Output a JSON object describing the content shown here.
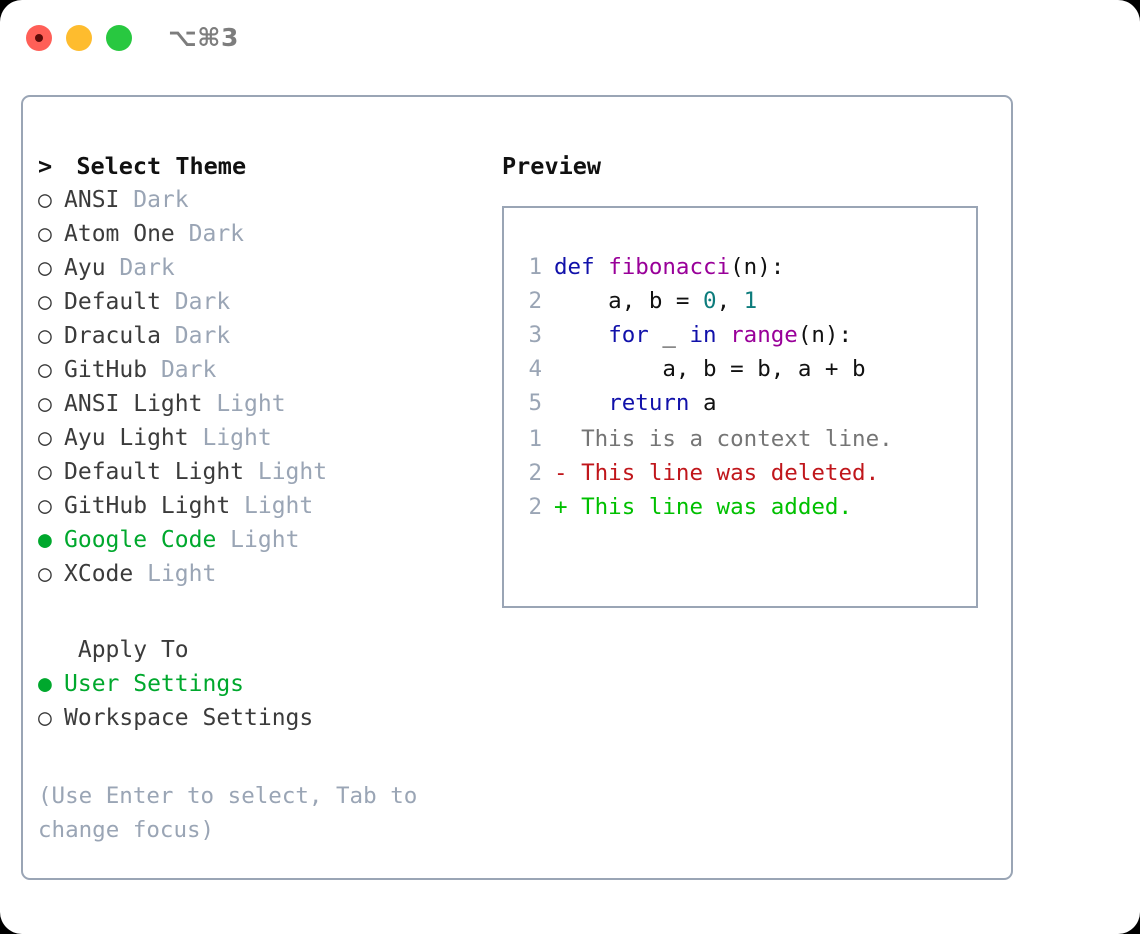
{
  "titlebar": {
    "traffic_lights": [
      "close",
      "minimize",
      "maximize"
    ],
    "shortcut": "⌥⌘3",
    "colors": {
      "close": "#ff5f57",
      "minimize": "#febc2e",
      "maximize": "#28c840"
    }
  },
  "theme_picker": {
    "heading_prefix": ">",
    "heading": "Select Theme",
    "bullet_unselected": "○",
    "bullet_selected": "●",
    "items": [
      {
        "bullet": "○",
        "name": "ANSI",
        "variant": "Dark",
        "selected": false
      },
      {
        "bullet": "○",
        "name": "Atom One",
        "variant": "Dark",
        "selected": false
      },
      {
        "bullet": "○",
        "name": "Ayu",
        "variant": "Dark",
        "selected": false
      },
      {
        "bullet": "○",
        "name": "Default",
        "variant": "Dark",
        "selected": false
      },
      {
        "bullet": "○",
        "name": "Dracula",
        "variant": "Dark",
        "selected": false
      },
      {
        "bullet": "○",
        "name": "GitHub",
        "variant": "Dark",
        "selected": false
      },
      {
        "bullet": "○",
        "name": "ANSI Light",
        "variant": "Light",
        "selected": false
      },
      {
        "bullet": "○",
        "name": "Ayu Light",
        "variant": "Light",
        "selected": false
      },
      {
        "bullet": "○",
        "name": "Default Light",
        "variant": "Light",
        "selected": false
      },
      {
        "bullet": "○",
        "name": "GitHub Light",
        "variant": "Light",
        "selected": false
      },
      {
        "bullet": "●",
        "name": "Google Code",
        "variant": "Light",
        "selected": true
      },
      {
        "bullet": "○",
        "name": "XCode",
        "variant": "Light",
        "selected": false
      }
    ]
  },
  "apply_to": {
    "heading": "Apply To",
    "items": [
      {
        "bullet": "●",
        "label": "User Settings",
        "selected": true
      },
      {
        "bullet": "○",
        "label": "Workspace Settings",
        "selected": false
      }
    ]
  },
  "hint": "(Use Enter to select, Tab to change focus)",
  "preview": {
    "title": "Preview",
    "code_lines": [
      {
        "n": "1",
        "tokens": [
          {
            "t": "def ",
            "c": "kw"
          },
          {
            "t": "fibonacci",
            "c": "fn"
          },
          {
            "t": "(n):",
            "c": "punc"
          }
        ]
      },
      {
        "n": "2",
        "tokens": [
          {
            "t": "    a, b = ",
            "c": "plain"
          },
          {
            "t": "0",
            "c": "num"
          },
          {
            "t": ", ",
            "c": "plain"
          },
          {
            "t": "1",
            "c": "num"
          }
        ]
      },
      {
        "n": "3",
        "tokens": [
          {
            "t": "    ",
            "c": "plain"
          },
          {
            "t": "for",
            "c": "kw"
          },
          {
            "t": " _ ",
            "c": "plain"
          },
          {
            "t": "in",
            "c": "kw"
          },
          {
            "t": " ",
            "c": "plain"
          },
          {
            "t": "range",
            "c": "fn"
          },
          {
            "t": "(n):",
            "c": "punc"
          }
        ]
      },
      {
        "n": "4",
        "tokens": [
          {
            "t": "        a, b = b, a + b",
            "c": "plain"
          }
        ]
      },
      {
        "n": "5",
        "tokens": [
          {
            "t": "    ",
            "c": "plain"
          },
          {
            "t": "return",
            "c": "kw"
          },
          {
            "t": " a",
            "c": "plain"
          }
        ]
      }
    ],
    "diff_lines": [
      {
        "n": "1",
        "marker": " ",
        "text": "This is a context line.",
        "kind": "dctx"
      },
      {
        "n": "2",
        "marker": "-",
        "text": "This line was deleted.",
        "kind": "ddel"
      },
      {
        "n": "2",
        "marker": "+",
        "text": "This line was added.",
        "kind": "dadd"
      }
    ]
  },
  "colors": {
    "accent_green": "#00a82d",
    "muted": "#9aa5b5",
    "border": "#9aa5b5",
    "keyword": "#1111aa",
    "function": "#990099",
    "number": "#0d7c7c",
    "diff_delete": "#c0161b",
    "diff_add": "#00c000",
    "diff_context": "#757575"
  }
}
